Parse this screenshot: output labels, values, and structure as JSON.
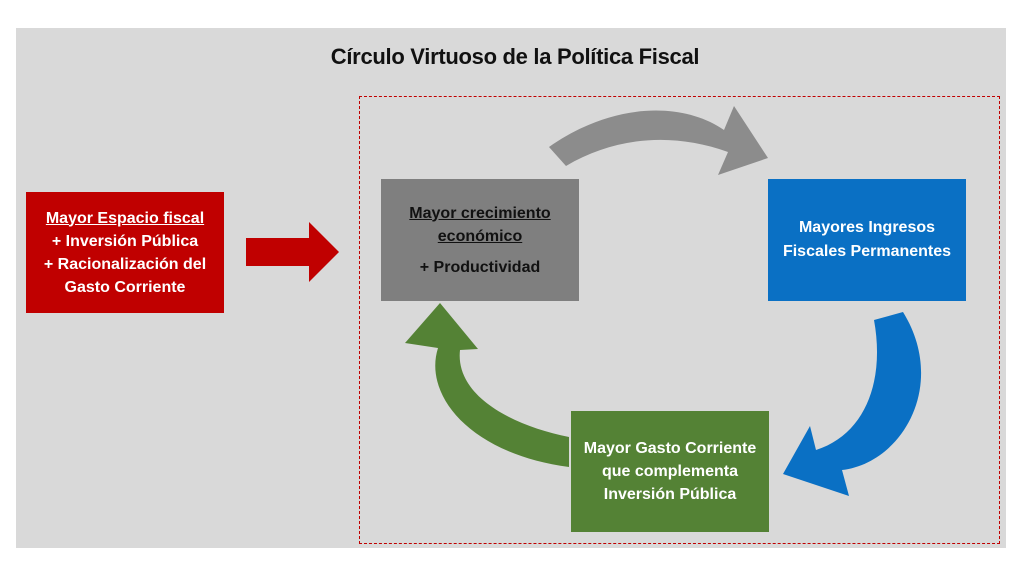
{
  "title": "Círculo Virtuoso de la Política Fiscal",
  "boxes": {
    "espacio_fiscal": {
      "line1": "Mayor Espacio fiscal",
      "line2": "+ Inversión Pública",
      "line3": "+ Racionalización del",
      "line4": "Gasto Corriente"
    },
    "crecimiento": {
      "line1": "Mayor crecimiento",
      "line2": "económico",
      "line3": "+ Productividad"
    },
    "ingresos": {
      "line1": "Mayores Ingresos",
      "line2": "Fiscales Permanentes"
    },
    "gasto": {
      "line1": "Mayor Gasto Corriente",
      "line2": "que complementa",
      "line3": "Inversión Pública"
    }
  },
  "colors": {
    "red": "#c00000",
    "grey": "#7f7f7f",
    "blue": "#0a70c4",
    "green": "#548235",
    "background": "#d9d9d9"
  }
}
